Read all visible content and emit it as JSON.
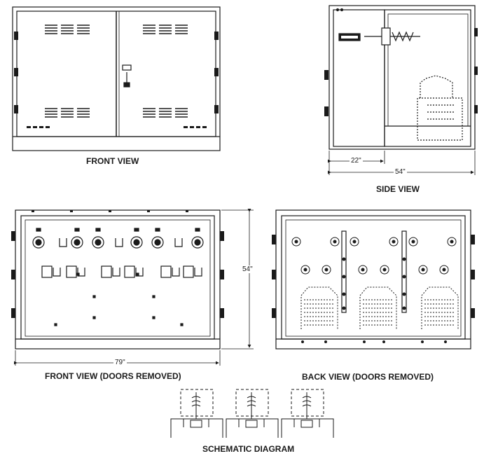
{
  "labels": {
    "front_view": "FRONT VIEW",
    "side_view": "SIDE VIEW",
    "front_view_doors_removed": "FRONT VIEW  (DOORS REMOVED)",
    "back_view_doors_removed": "BACK VIEW (DOORS REMOVED)",
    "schematic_diagram": "SCHEMATIC DIAGRAM"
  },
  "dimensions": {
    "side_depth": "22\"",
    "side_total": "54\"",
    "height": "54\"",
    "width": "79\""
  },
  "colors": {
    "line": "#1a1a1a",
    "background": "#ffffff"
  }
}
